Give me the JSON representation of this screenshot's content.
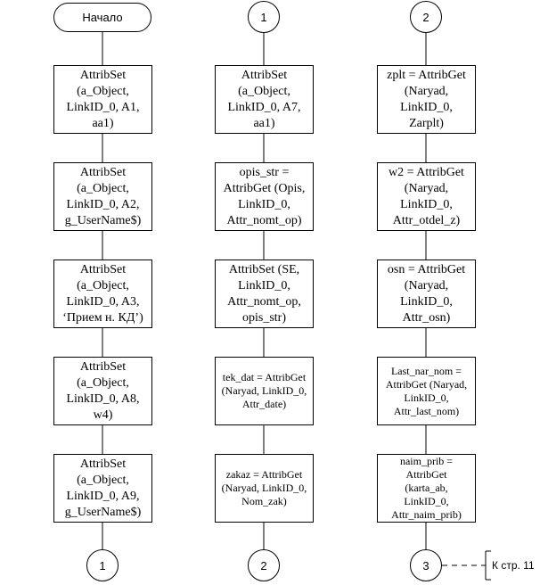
{
  "columns": [
    {
      "terminal_top": "Начало",
      "boxes": [
        "AttribSet\n(a_Object,\nLinkID_0, A1,\naa1)",
        "AttribSet\n(a_Object,\nLinkID_0, A2,\ng_UserName$)",
        "AttribSet\n(a_Object,\nLinkID_0, A3,\n‘Прием н. КД’)",
        "AttribSet\n(a_Object,\nLinkID_0, A8,\nw4)",
        "AttribSet\n(a_Object,\nLinkID_0, A9,\ng_UserName$)"
      ],
      "terminal_bottom": "1"
    },
    {
      "terminal_top": "1",
      "boxes": [
        "AttribSet\n(a_Object,\nLinkID_0, A7,\naa1)",
        "opis_str =\nAttribGet (Opis,\nLinkID_0,\nAttr_nomt_op)",
        "AttribSet (SE,\nLinkID_0,\nAttr_nomt_op,\nopis_str)",
        "tek_dat = AttribGet\n(Naryad, LinkID_0,\nAttr_date)",
        "zakaz = AttribGet\n(Naryad, LinkID_0,\nNom_zak)"
      ],
      "terminal_bottom": "2"
    },
    {
      "terminal_top": "2",
      "boxes": [
        "zplt = AttribGet\n(Naryad,\nLinkID_0,\nZarplt)",
        "w2 = AttribGet\n(Naryad,\nLinkID_0,\nAttr_otdel_z)",
        "osn = AttribGet\n(Naryad,\nLinkID_0,\nAttr_osn)",
        "Last_nar_nom =\nAttribGet (Naryad,\nLinkID_0,\nAttr_last_nom)",
        "naim_prib =\nAttribGet\n(karta_ab,\nLinkID_0,\nAttr_naim_prib)"
      ],
      "terminal_bottom": "3"
    }
  ],
  "page_reference": "К стр. 11"
}
